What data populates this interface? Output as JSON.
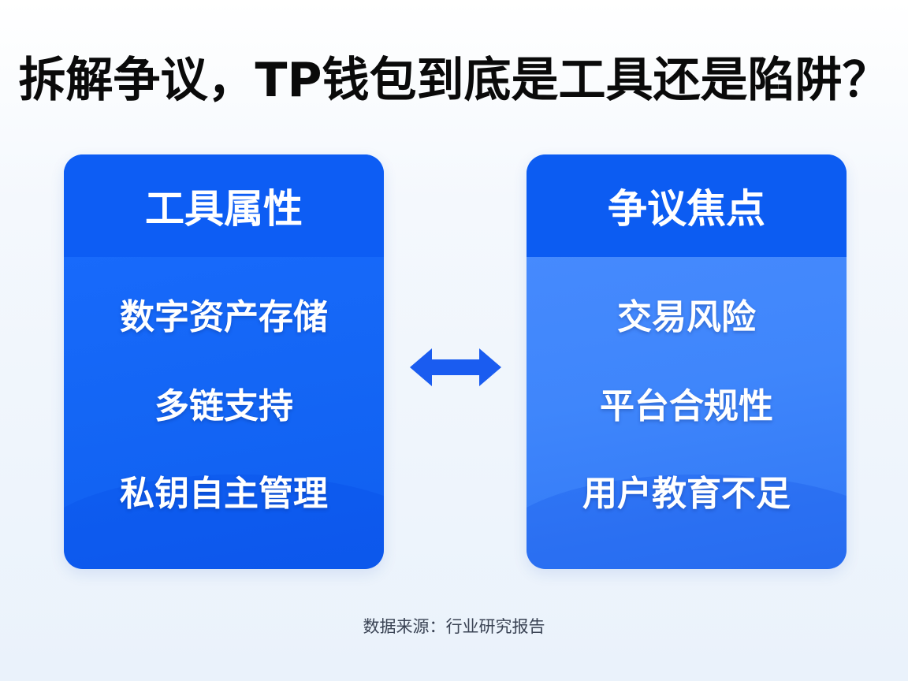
{
  "title": "拆解争议，TP钱包到底是工具还是陷阱？",
  "left_card": {
    "header": "工具属性",
    "items": [
      "数字资产存储",
      "多链支持",
      "私钥自主管理"
    ],
    "color": "#1466f5"
  },
  "right_card": {
    "header": "争议焦点",
    "items": [
      "交易风险",
      "平台合规性",
      "用户教育不足"
    ],
    "color": "#3f86fb"
  },
  "connector": {
    "icon": "double-arrow-icon",
    "color": "#1a5cf0"
  },
  "source": "数据来源：行业研究报告"
}
